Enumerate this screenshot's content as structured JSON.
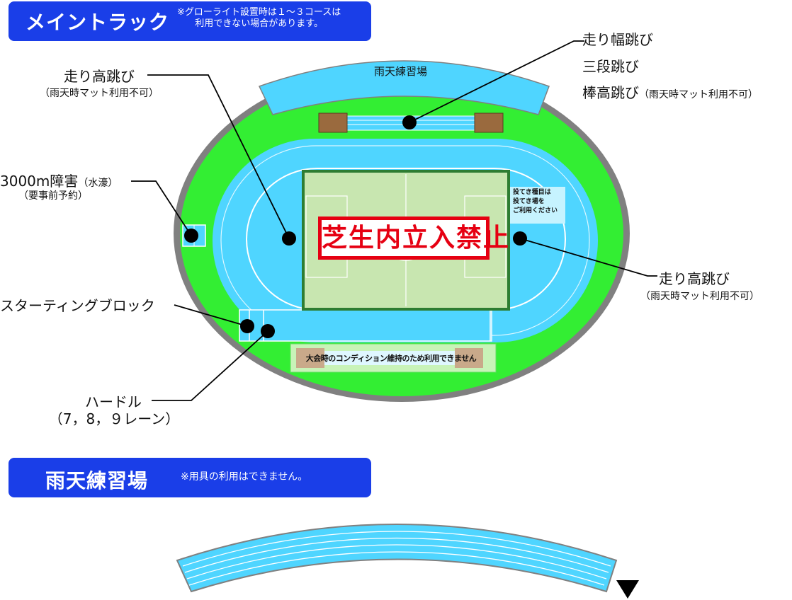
{
  "header_main": {
    "title": "メイントラック",
    "note_line1": "※グローライト設置時は１～３コースは",
    "note_line2": "利用できない場合があります。"
  },
  "header_rain": {
    "title": "雨天練習場",
    "note": "※用具の利用はできません。"
  },
  "map": {
    "rain_practice_label": "雨天練習場",
    "no_entry_sign": "芝生内立入禁止",
    "throw_note_line1": "投てき種目は",
    "throw_note_line2": "投てき場を",
    "throw_note_line3": "ご利用ください",
    "condition_note": "大会時のコンディション維持のため利用できません",
    "colors": {
      "outer_oval": "#808080",
      "grass_ring": "#33ee33",
      "track": "#4fd5ff",
      "infield_grass": "#c8e6b0",
      "infield_border": "#2e7d32",
      "header_blue": "#1a3ee8",
      "no_entry_red": "#e60012",
      "pit_brown": "#9a6a3e"
    }
  },
  "labels": {
    "long_jump": "走り幅跳び",
    "triple_jump": "三段跳び",
    "pole_vault": "棒高跳び",
    "pole_vault_note": "（雨天時マット利用不可）",
    "high_jump_left": "走り高跳び",
    "high_jump_left_note": "（雨天時マット利用不可）",
    "steeplechase": "3000m障害",
    "steeplechase_water": "（水濠）",
    "steeplechase_note": "（要事前予約）",
    "starting_block": "スターティングブロック",
    "high_jump_right": "走り高跳び",
    "high_jump_right_note": "（雨天時マット利用不可）",
    "hurdle": "ハードル",
    "hurdle_note": "（7，8，９レーン）"
  },
  "icons": {
    "north_marker": "down-triangle-icon",
    "location_dot": "location-dot-icon"
  }
}
